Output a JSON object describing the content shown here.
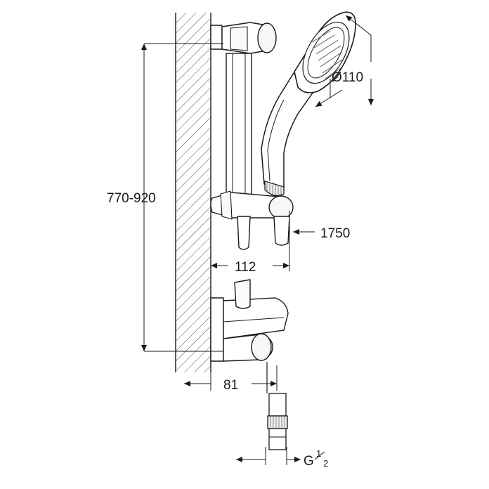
{
  "diagram": {
    "title": "Shower rail set technical drawing",
    "dimensions": {
      "height_range": "770-920",
      "hose_length": "1750",
      "projection_mid": "112",
      "projection_low": "81",
      "head_diameter": "Ø110",
      "thread_main": "G",
      "thread_numerator": "1",
      "thread_denominator": "2"
    },
    "labels": {
      "height_range": "770-920",
      "hose_length": "1750",
      "projection_mid": "112",
      "projection_low": "81",
      "head_diameter": "Ø110",
      "thread": "G"
    },
    "colors": {
      "line": "#1a1a1a",
      "hatch": "#555555",
      "background": "#ffffff",
      "fill_light": "#f2f2f2"
    }
  }
}
